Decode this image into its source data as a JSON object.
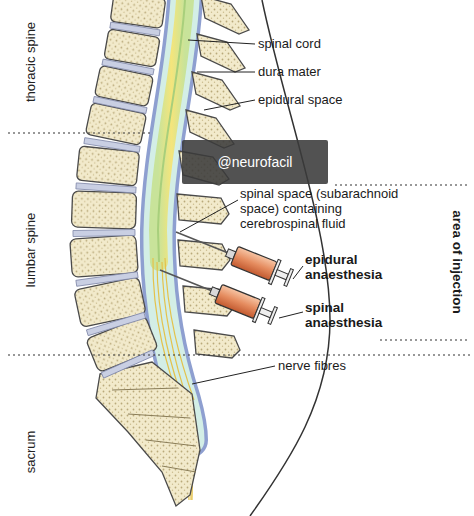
{
  "diagram": {
    "labels": [
      "thoracic spine",
      "spinal cord",
      "dura mater",
      "epidural space",
      "@neurofacil",
      "spinal space (subarachnoid space) containing cerebrospinal fluid",
      "lumbar spine",
      "area of injection",
      "epidural anaesthesia",
      "spinal anaesthesia",
      "nerve fibres",
      "sacrum"
    ]
  }
}
